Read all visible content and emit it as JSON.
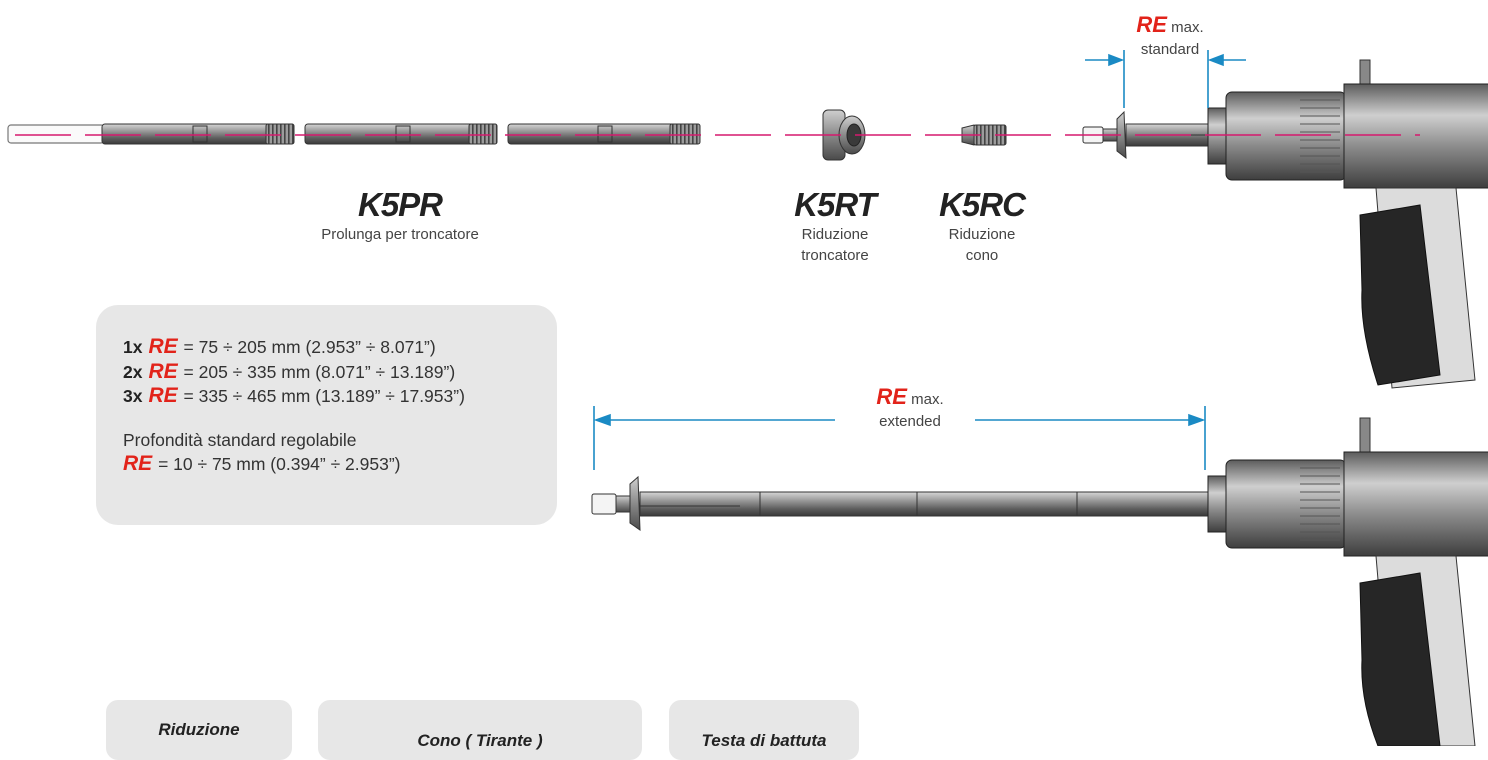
{
  "products": [
    {
      "code": "K5PR",
      "desc_lines": [
        "Prolunga per troncatore"
      ]
    },
    {
      "code": "K5RT",
      "desc_lines": [
        "Riduzione",
        "troncatore"
      ]
    },
    {
      "code": "K5RC",
      "desc_lines": [
        "Riduzione",
        "cono"
      ]
    }
  ],
  "annotations": {
    "standard": {
      "re": "RE",
      "max": "max.",
      "label": "standard"
    },
    "extended": {
      "re": "RE",
      "max": "max.",
      "label": "extended"
    }
  },
  "specs": {
    "rows": [
      {
        "qty": "1x",
        "re": "RE",
        "text": "= 75 ÷ 205 mm (2.953” ÷ 8.071”)"
      },
      {
        "qty": "2x",
        "re": "RE",
        "text": "= 205 ÷ 335 mm (8.071” ÷ 13.189”)"
      },
      {
        "qty": "3x",
        "re": "RE",
        "text": "= 335 ÷ 465 mm (13.189” ÷ 17.953”)"
      }
    ],
    "standard_depth": {
      "title": "Profondità standard regolabile",
      "re": "RE",
      "text": "= 10 ÷ 75 mm (0.394” ÷ 2.953”)"
    }
  },
  "bottom_tabs": [
    "Riduzione",
    "Cono ( Tirante )",
    "Testa di battuta"
  ],
  "colors": {
    "accent_red": "#e2231a",
    "dimension_blue": "#1a8ac4",
    "axis_magenta": "#d6196e",
    "box_grey": "#e7e7e7"
  }
}
